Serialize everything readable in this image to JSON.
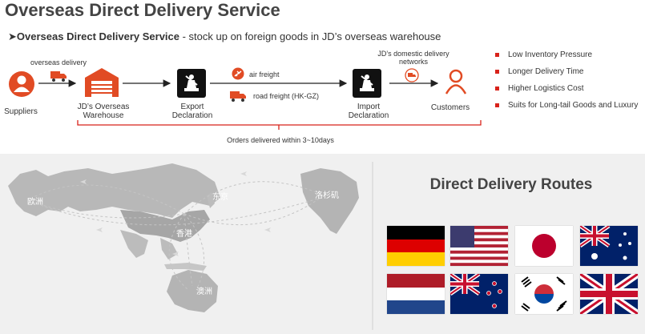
{
  "header": {
    "title": "Overseas Direct Delivery Service",
    "subtitle_marker": "➤",
    "subtitle_bold": "Overseas Direct Delivery Service",
    "subtitle_rest": " - stock up on foreign goods in JD’s overseas warehouse"
  },
  "flow": {
    "overseas_delivery": "overseas delivery",
    "suppliers": "Suppliers",
    "warehouse": "JD’s Overseas Warehouse",
    "export": "Export Declaration",
    "air_freight": "air freight",
    "road_freight": "road freight (HK-GZ)",
    "import": "Import Declaration",
    "domestic": "JD’s domestic delivery networks",
    "customers": "Customers",
    "orders": "Orders delivered  within 3~10days"
  },
  "bullets": [
    "Low Inventory Pressure",
    "Longer Delivery Time",
    "Higher Logistics Cost",
    "Suits for Long-tail Goods and  Luxury"
  ],
  "map": {
    "europe": "欧洲",
    "tokyo": "东京",
    "los_angeles": "洛杉矶",
    "hong_kong": "香港",
    "australia": "澳洲"
  },
  "routes_title": "Direct Delivery Routes",
  "flags": [
    "germany-flag",
    "usa-flag",
    "japan-flag",
    "australia-flag",
    "netherlands-flag",
    "new-zealand-flag",
    "south-korea-flag",
    "uk-flag"
  ],
  "colors": {
    "accent": "#d8231b",
    "icon_black": "#111111",
    "map_gray": "#b4b4b4",
    "bg_gray": "#f0f0f0"
  }
}
